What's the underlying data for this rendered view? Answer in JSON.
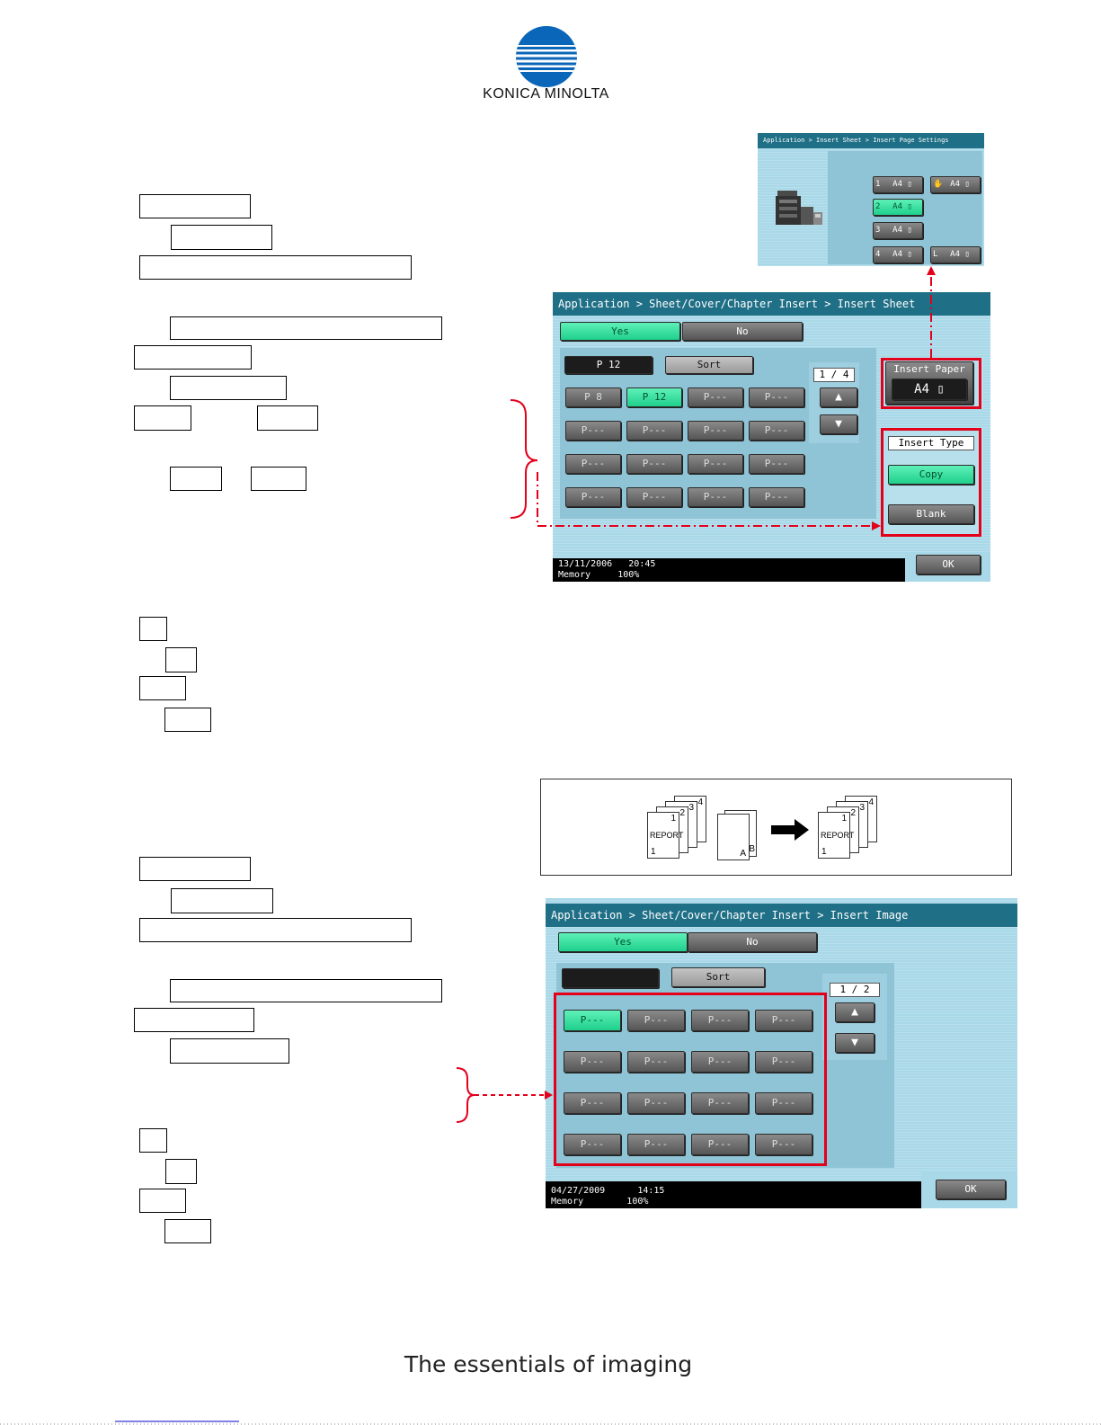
{
  "branding": {
    "logo_text": "KONICA MINOLTA",
    "tagline": "The essentials of imaging"
  },
  "screen_page_settings": {
    "title": "Application > Insert Sheet > Insert Page Settings",
    "trays": [
      {
        "id": "1",
        "paper": "A4 ▯"
      },
      {
        "id": "2",
        "paper": "A4 ▯"
      },
      {
        "id": "3",
        "paper": "A4 ▯"
      },
      {
        "id": "4",
        "paper": "A4 ▯"
      }
    ],
    "manual_tray": {
      "id": "✋",
      "paper": "A4 ▯"
    },
    "lct_tray": {
      "id": "L",
      "paper": "A4 ▯"
    },
    "selected_tray": "2"
  },
  "screen_insert_sheet": {
    "title": "Application > Sheet/Cover/Chapter Insert > Insert Sheet",
    "yes_label": "Yes",
    "no_label": "No",
    "input_value": "P 12",
    "sort_label": "Sort",
    "page_indicator": "1 / 4",
    "pages": [
      "P  8",
      "P 12",
      "P---",
      "P---",
      "P---",
      "P---",
      "P---",
      "P---",
      "P---",
      "P---",
      "P---",
      "P---",
      "P---",
      "P---",
      "P---",
      "P---"
    ],
    "insert_paper_label": "Insert Paper",
    "insert_paper_value": "A4 ▯",
    "insert_type_label": "Insert Type",
    "copy_label": "Copy",
    "blank_label": "Blank",
    "date": "13/11/2006",
    "time": "20:45",
    "memory_label": "Memory",
    "memory_value": "100%",
    "ok_label": "OK"
  },
  "screen_insert_image": {
    "title": "Application > Sheet/Cover/Chapter Insert > Insert Image",
    "yes_label": "Yes",
    "no_label": "No",
    "input_value": "",
    "sort_label": "Sort",
    "page_indicator": "1 / 2",
    "pages": [
      "P---",
      "P---",
      "P---",
      "P---",
      "P---",
      "P---",
      "P---",
      "P---",
      "P---",
      "P---",
      "P---",
      "P---",
      "P---",
      "P---",
      "P---",
      "P---"
    ],
    "date": "04/27/2009",
    "time": "14:15",
    "memory_label": "Memory",
    "memory_value": "100%",
    "ok_label": "OK"
  },
  "illustration": {
    "pages_left": [
      "4",
      "3",
      "2",
      "1"
    ],
    "report_label": "REPORT",
    "report_sub": "1",
    "insert_labels": [
      "B",
      "A"
    ],
    "pages_right": [
      "4",
      "3",
      "2",
      "1"
    ]
  }
}
